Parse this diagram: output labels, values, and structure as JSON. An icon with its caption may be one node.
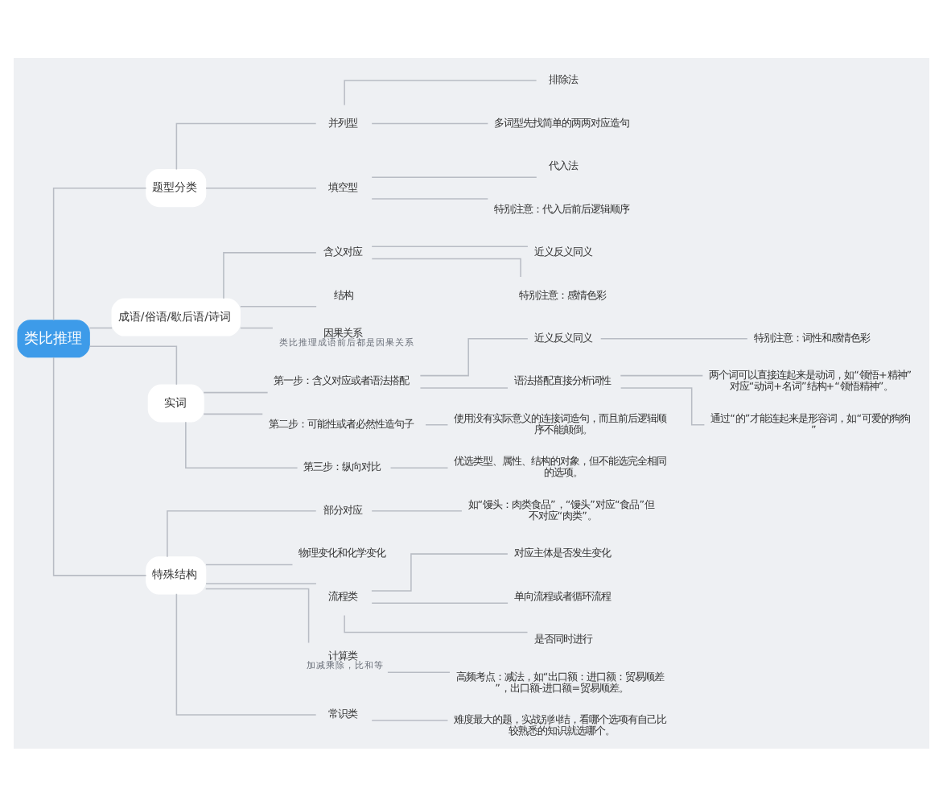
{
  "diagram": {
    "nodes": [
      {
        "text": [
          "类比推理"
        ]
      },
      {
        "text": [
          "题型分类"
        ]
      },
      {
        "text": [
          "并列型"
        ]
      },
      {
        "text": [
          "排除法"
        ]
      },
      {
        "text": [
          "多词型先找简单的两两对应造句"
        ]
      },
      {
        "text": [
          "填空型"
        ]
      },
      {
        "text": [
          "代入法"
        ]
      },
      {
        "text": [
          "特别注意：代入后前后逻辑顺序"
        ]
      },
      {
        "text": [
          "成语/俗语/歇后语/诗词"
        ]
      },
      {
        "text": [
          "含义对应"
        ]
      },
      {
        "text": [
          "近义反义同义"
        ]
      },
      {
        "text": [
          "特别注意：感情色彩"
        ]
      },
      {
        "text": [
          "结构"
        ]
      },
      {
        "text": [
          "因果关系"
        ],
        "beside": [
          "类比推理成语前后都是因果关系"
        ]
      },
      {
        "text": [
          "实词"
        ]
      },
      {
        "text": [
          "第一步：含义对应或者语法搭配"
        ]
      },
      {
        "text": [
          "近义反义同义"
        ]
      },
      {
        "text": [
          "特别注意：词性和感情色彩"
        ]
      },
      {
        "text": [
          "语法搭配直接分析词性"
        ]
      },
      {
        "text": [
          "两个词可以直接连起来是动词，如“领悟+精神”对应“动词+名词”结构+“领悟精神”。"
        ]
      },
      {
        "text": [
          "通过“的”才能连起来是形容词，如“可爱的狗狗”"
        ]
      },
      {
        "text": [
          "第二步：可能性或者必然性造句子"
        ]
      },
      {
        "text": [
          "使用没有实际意义的连接词造句，而且前后逻辑顺序不能颠倒。"
        ]
      },
      {
        "text": [
          "第三步：纵向对比"
        ]
      },
      {
        "text": [
          "优选类型、属性、结构的对象，但不能选完全相同的选项。"
        ]
      },
      {
        "text": [
          "特殊结构"
        ]
      },
      {
        "text": [
          "部分对应"
        ]
      },
      {
        "text": [
          "如“馒头：肉类食品”，“馒头”对应“食品”但不对应“肉类”。"
        ]
      },
      {
        "text": [
          "物理变化和化学变化"
        ]
      },
      {
        "text": [
          "流程类"
        ]
      },
      {
        "text": [
          "对应主体是否发生变化"
        ]
      },
      {
        "text": [
          "单向流程或者循环流程"
        ]
      },
      {
        "text": [
          "是否同时进行"
        ]
      },
      {
        "text": [
          "计算类"
        ],
        "beside": [
          "加减乘除，比和等"
        ]
      },
      {
        "text": [
          "高频考点：减法，如“出口额：进口额：贸易顺差”，出口额-进口额=贸易顺差。"
        ]
      },
      {
        "text": [
          "常识类"
        ]
      },
      {
        "text": [
          "难度最大的题，实战别纠结，看哪个选项有自己比较熟悉的知识就选哪个。"
        ]
      }
    ],
    "edges": [
      {
        "from": 0,
        "to": 1,
        "arrow": "none"
      },
      {
        "from": 1,
        "to": 2,
        "arrow": "none"
      },
      {
        "from": 2,
        "to": 3,
        "arrow": "none"
      },
      {
        "from": 2,
        "to": 4,
        "arrow": "none"
      },
      {
        "from": 1,
        "to": 5,
        "arrow": "none"
      },
      {
        "from": 5,
        "to": 6,
        "arrow": "none"
      },
      {
        "from": 5,
        "to": 7,
        "arrow": "none"
      },
      {
        "from": 0,
        "to": 8,
        "arrow": "none"
      },
      {
        "from": 8,
        "to": 9,
        "arrow": "none"
      },
      {
        "from": 9,
        "to": 10,
        "arrow": "none"
      },
      {
        "from": 9,
        "to": 11,
        "arrow": "none"
      },
      {
        "from": 8,
        "to": 12,
        "arrow": "none"
      },
      {
        "from": 8,
        "to": 13,
        "arrow": "none"
      },
      {
        "from": 0,
        "to": 14,
        "arrow": "none"
      },
      {
        "from": 14,
        "to": 15,
        "arrow": "none"
      },
      {
        "from": 15,
        "to": 16,
        "arrow": "none"
      },
      {
        "from": 16,
        "to": 17,
        "arrow": "none"
      },
      {
        "from": 15,
        "to": 18,
        "arrow": "none"
      },
      {
        "from": 18,
        "to": 19,
        "arrow": "none"
      },
      {
        "from": 18,
        "to": 20,
        "arrow": "none"
      },
      {
        "from": 14,
        "to": 21,
        "arrow": "none"
      },
      {
        "from": 21,
        "to": 22,
        "arrow": "none"
      },
      {
        "from": 14,
        "to": 23,
        "arrow": "none"
      },
      {
        "from": 23,
        "to": 24,
        "arrow": "none"
      },
      {
        "from": 0,
        "to": 25,
        "arrow": "none"
      },
      {
        "from": 25,
        "to": 26,
        "arrow": "none"
      },
      {
        "from": 26,
        "to": 27,
        "arrow": "none"
      },
      {
        "from": 25,
        "to": 28,
        "arrow": "none"
      },
      {
        "from": 25,
        "to": 29,
        "arrow": "none"
      },
      {
        "from": 29,
        "to": 30,
        "arrow": "none"
      },
      {
        "from": 29,
        "to": 31,
        "arrow": "none"
      },
      {
        "from": 29,
        "to": 32,
        "arrow": "none"
      },
      {
        "from": 25,
        "to": 33,
        "arrow": "none"
      },
      {
        "from": 33,
        "to": 34,
        "arrow": "none"
      },
      {
        "from": 25,
        "to": 35,
        "arrow": "none"
      },
      {
        "from": 35,
        "to": 36,
        "arrow": "none"
      }
    ]
  }
}
